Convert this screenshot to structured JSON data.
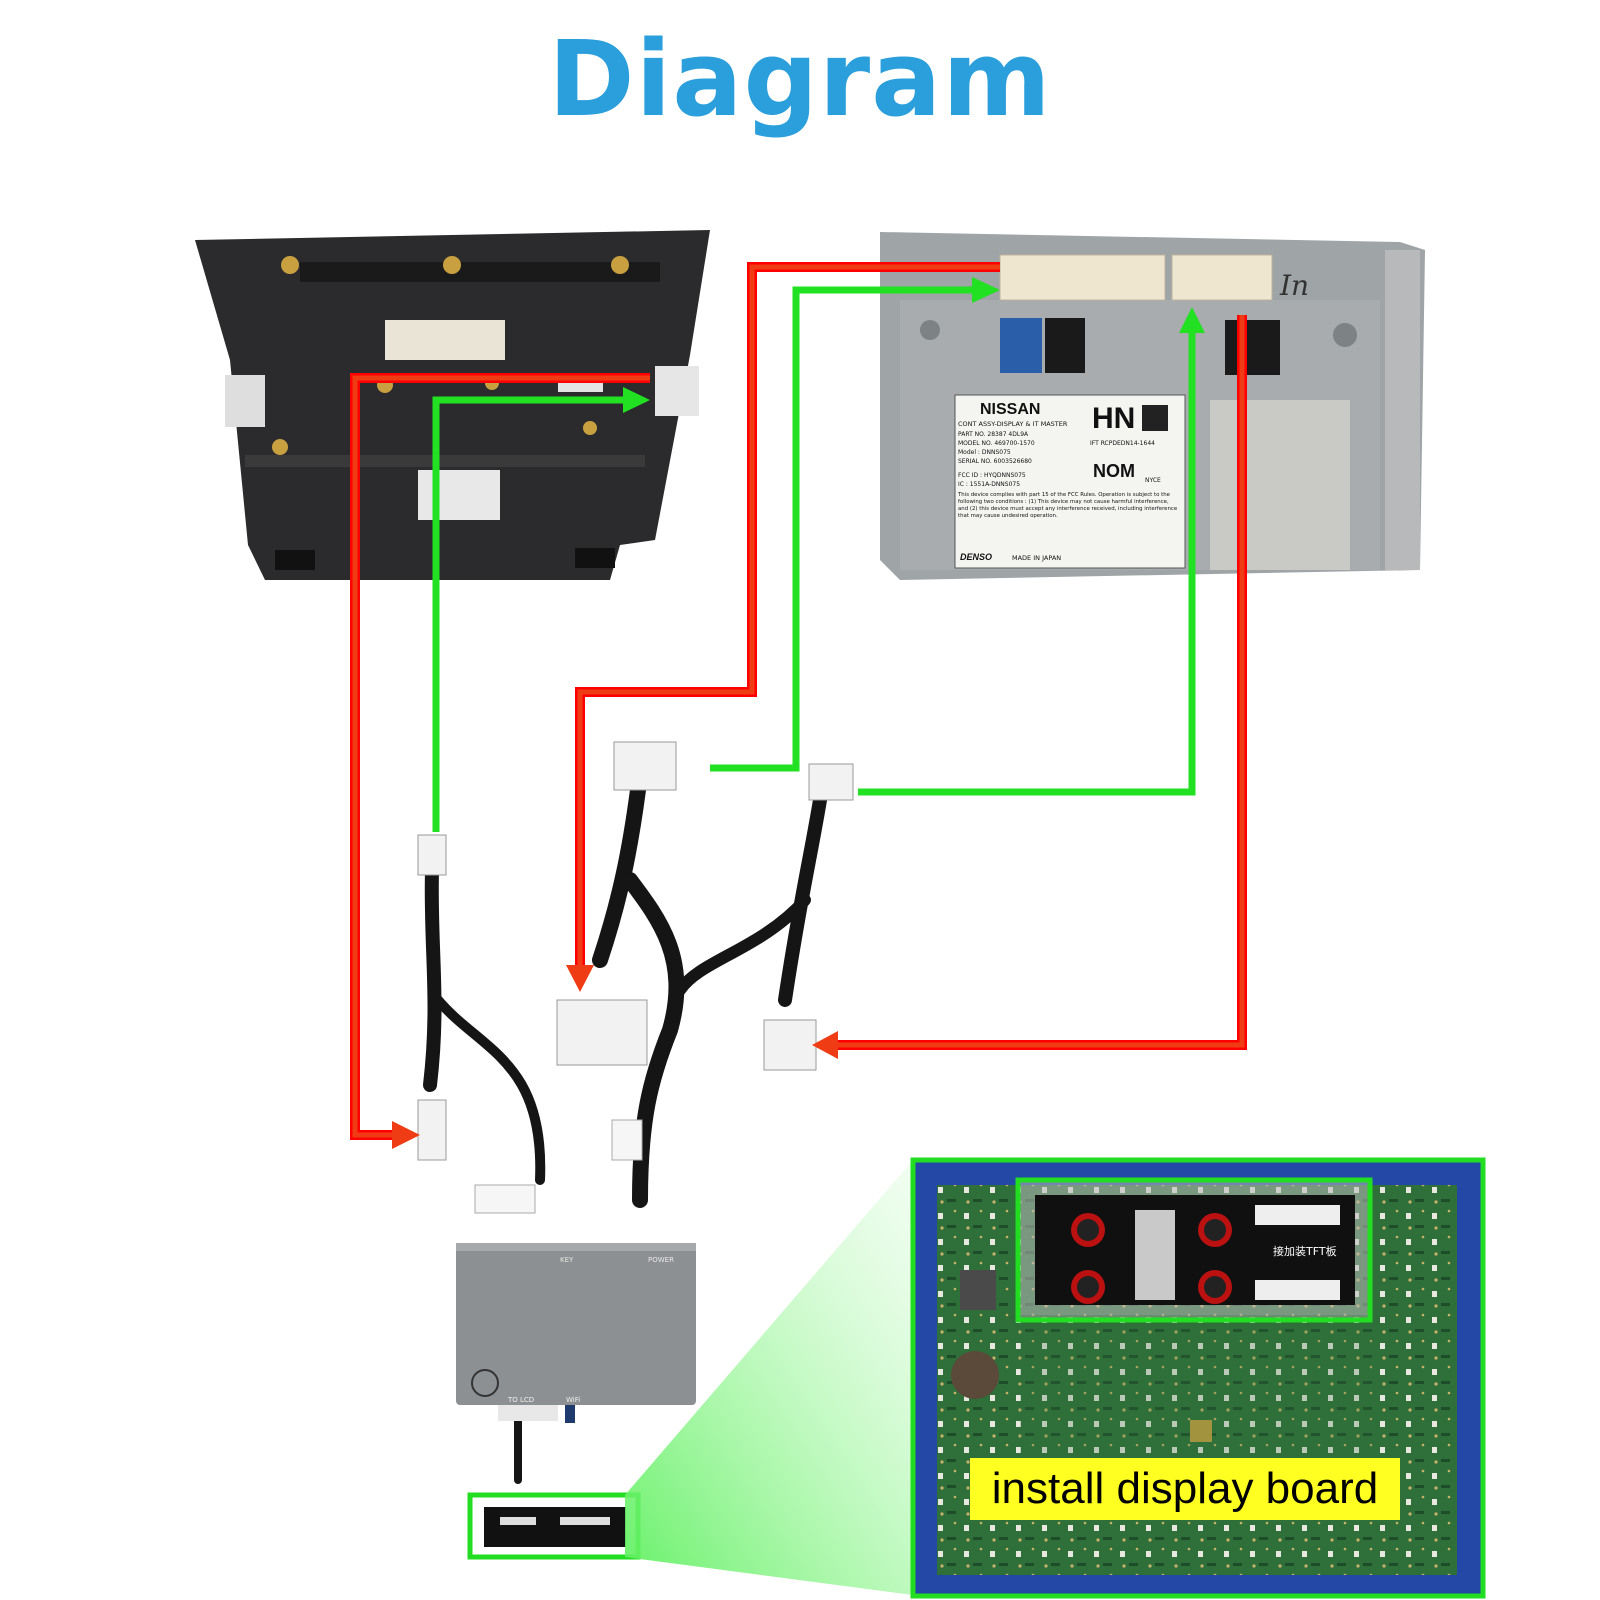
{
  "title": "Diagram",
  "colors": {
    "title": "#2a9fdc",
    "power_line": "#f03c14",
    "signal_line": "#22e022",
    "highlight": "#1fe01f",
    "caption_bg": "#ffff22"
  },
  "head_unit_label": {
    "brand": "NISSAN",
    "model_code": "HN",
    "assy": "CONT ASSY-DISPLAY & IT MASTER",
    "part_no": "PART NO.   28387 4DL9A",
    "model_no": "MODEL NO.   469700-1570",
    "model": "Model :   DNNS075",
    "serial": "SERIAL NO.  6003526680",
    "ift": "IFT   RCPDEDN14-1644",
    "fcc": "FCC ID : HYQDNNS075",
    "ic": "IC : 1551A-DNNS075",
    "nom": "NOM",
    "nyce": "NYCE",
    "notice": "This device complies with part 15 of the FCC Rules. Operation is subject to the following two conditions : (1) This device may not cause harmful interference, and (2) this device must accept any interference received, including interference that may cause undesired operation.",
    "maker": "DENSO",
    "made_in": "MADE IN JAPAN"
  },
  "module_box": {
    "key_port": "KEY",
    "power_port": "POWER",
    "to_lcd_port": "TO LCD",
    "wifi_port": "WiFi"
  },
  "inset": {
    "caption": "install display board",
    "board_label": "接加装TFT板"
  },
  "handwriting": {
    "in_mark": "In"
  }
}
